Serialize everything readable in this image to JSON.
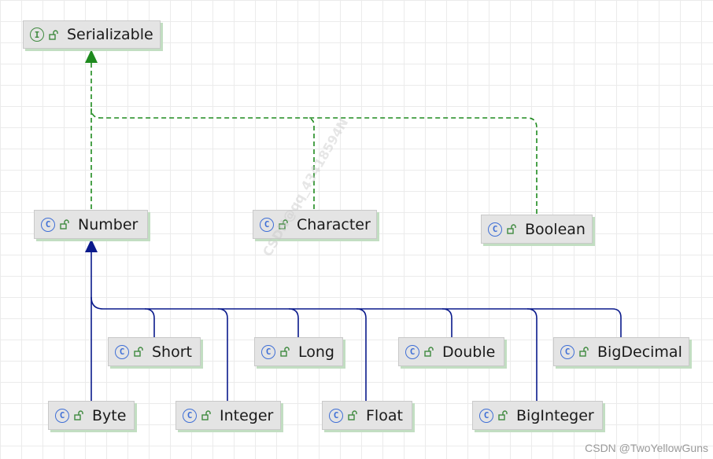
{
  "diagram": {
    "nodes": {
      "serializable": {
        "label": "Serializable",
        "kind_symbol": "I",
        "kind": "interface"
      },
      "number": {
        "label": "Number",
        "kind_symbol": "C",
        "kind": "class"
      },
      "character": {
        "label": "Character",
        "kind_symbol": "C",
        "kind": "class"
      },
      "boolean": {
        "label": "Boolean",
        "kind_symbol": "C",
        "kind": "class"
      },
      "short": {
        "label": "Short",
        "kind_symbol": "C",
        "kind": "class"
      },
      "long": {
        "label": "Long",
        "kind_symbol": "C",
        "kind": "class"
      },
      "double": {
        "label": "Double",
        "kind_symbol": "C",
        "kind": "class"
      },
      "bigdecimal": {
        "label": "BigDecimal",
        "kind_symbol": "C",
        "kind": "class"
      },
      "byte": {
        "label": "Byte",
        "kind_symbol": "C",
        "kind": "class"
      },
      "integer": {
        "label": "Integer",
        "kind_symbol": "C",
        "kind": "class"
      },
      "float": {
        "label": "Float",
        "kind_symbol": "C",
        "kind": "class"
      },
      "biginteger": {
        "label": "BigInteger",
        "kind_symbol": "C",
        "kind": "class"
      }
    },
    "edges": [
      {
        "from": "Number",
        "to": "Serializable",
        "type": "implements"
      },
      {
        "from": "Character",
        "to": "Serializable",
        "type": "implements"
      },
      {
        "from": "Boolean",
        "to": "Serializable",
        "type": "implements"
      },
      {
        "from": "Byte",
        "to": "Number",
        "type": "extends"
      },
      {
        "from": "Short",
        "to": "Number",
        "type": "extends"
      },
      {
        "from": "Integer",
        "to": "Number",
        "type": "extends"
      },
      {
        "from": "Long",
        "to": "Number",
        "type": "extends"
      },
      {
        "from": "Float",
        "to": "Number",
        "type": "extends"
      },
      {
        "from": "Double",
        "to": "Number",
        "type": "extends"
      },
      {
        "from": "BigInteger",
        "to": "Number",
        "type": "extends"
      },
      {
        "from": "BigDecimal",
        "to": "Number",
        "type": "extends"
      }
    ],
    "colors": {
      "implements_edge": "#1e8a1e",
      "extends_edge": "#0a1a8c",
      "interface_icon": "#3f8a3f",
      "class_icon": "#3f6fd6",
      "node_fill": "#e4e4e4",
      "node_shadow": "#c2dec2"
    },
    "icons": {
      "kind": "circle-letter-icon",
      "visibility": "open-lock-icon"
    }
  },
  "watermark": "CSDN@qq_43418594N",
  "credit": "CSDN @TwoYellowGuns"
}
